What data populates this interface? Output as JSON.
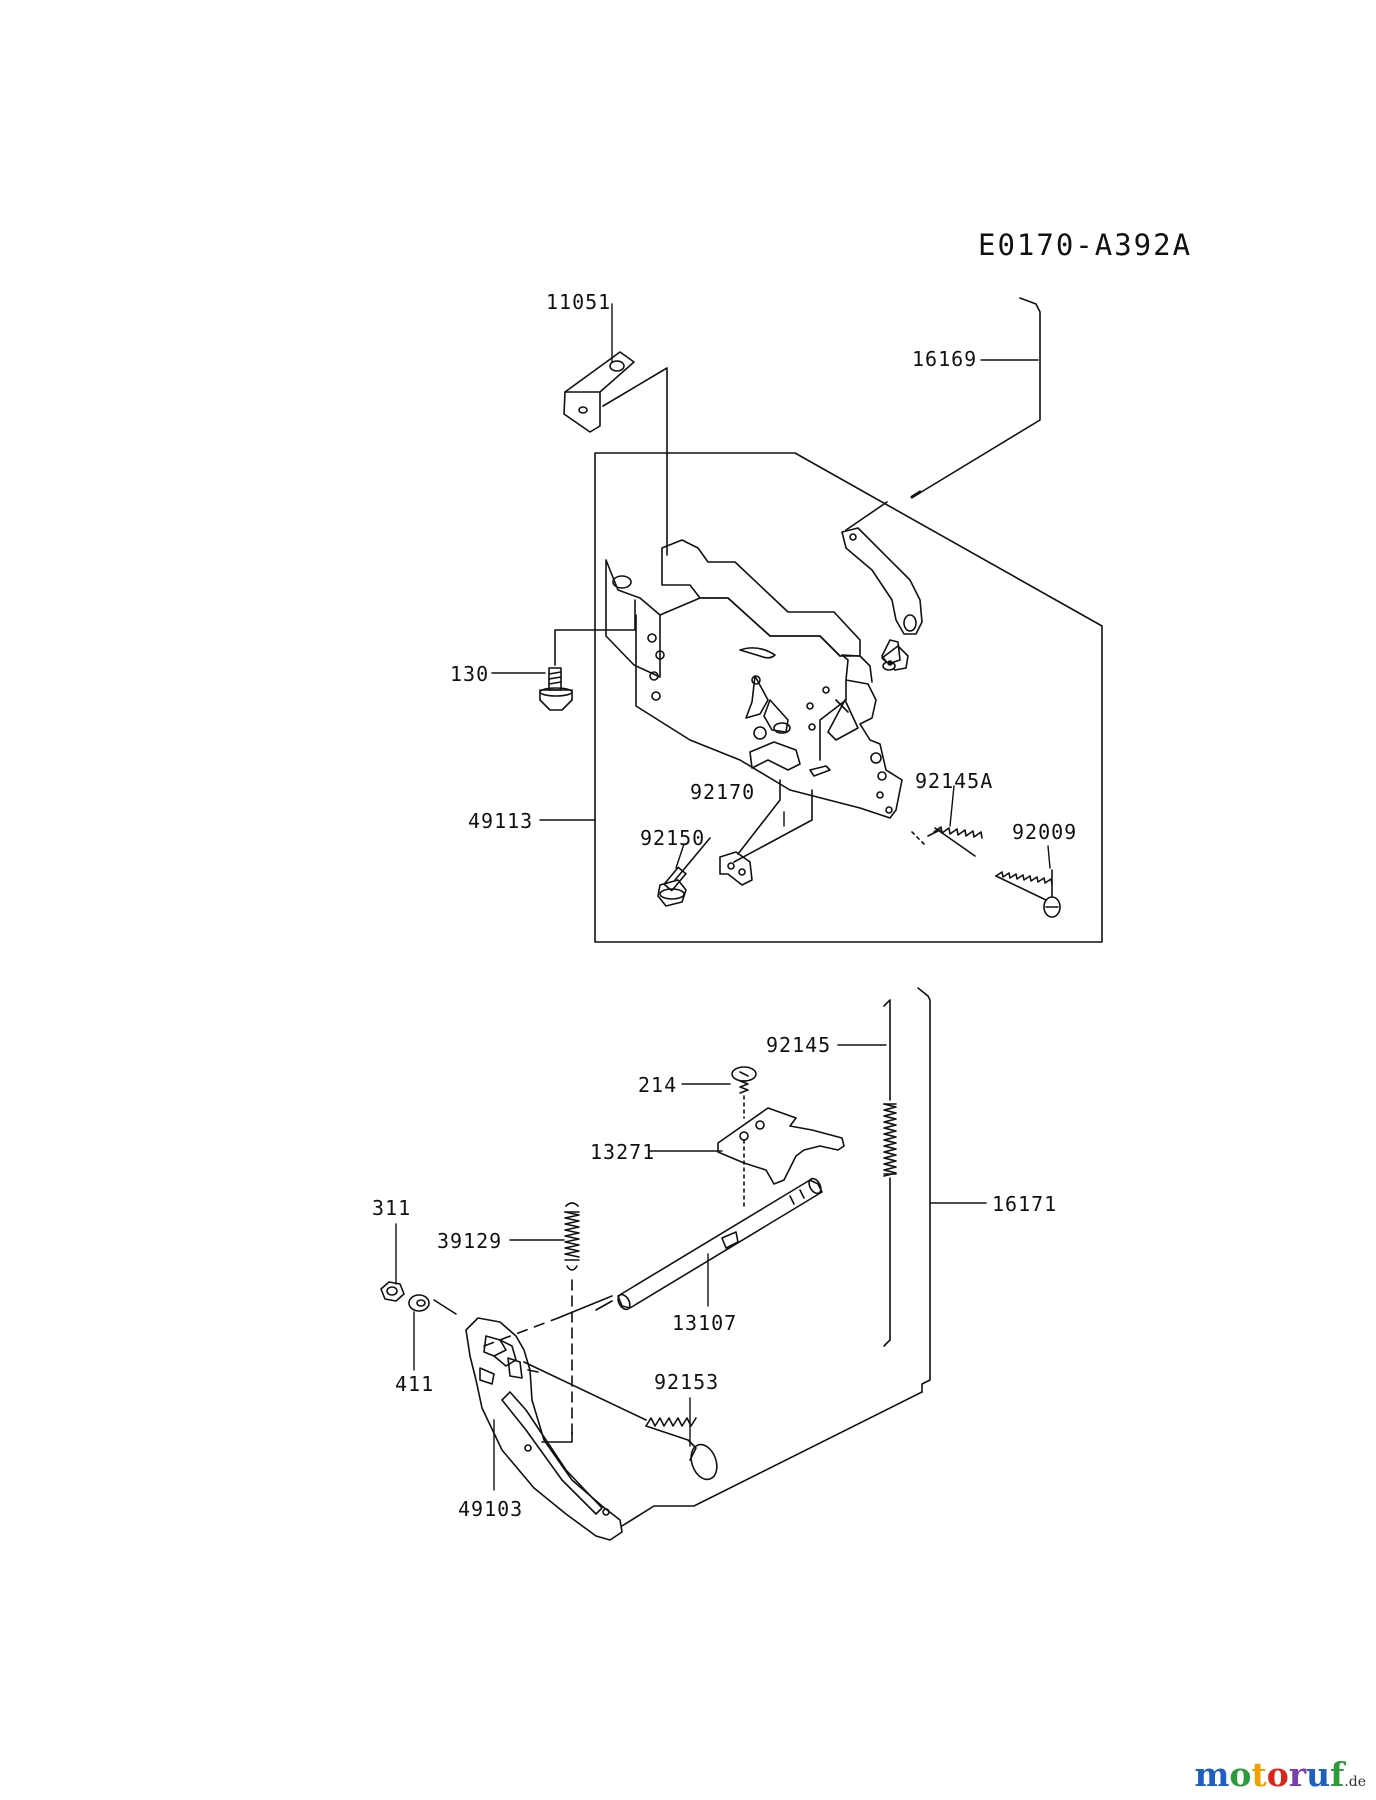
{
  "diagram_code": "E0170-A392A",
  "part_labels": {
    "p11051": "11051",
    "p16169": "16169",
    "p130": "130",
    "p49113": "49113",
    "p92170": "92170",
    "p92145A": "92145A",
    "p92150": "92150",
    "p92009": "92009",
    "p92145": "92145",
    "p214": "214",
    "p13271": "13271",
    "p16171": "16171",
    "p311": "311",
    "p39129": "39129",
    "p13107": "13107",
    "p411": "411",
    "p92153": "92153",
    "p49103": "49103"
  },
  "watermark": {
    "text": "motoruf",
    "suffix": ".de",
    "colors": [
      "#1f5fbf",
      "#2e9a3a",
      "#f0a000",
      "#d9261c",
      "#7b3fa8",
      "#1f5fbf",
      "#2e9a3a"
    ]
  }
}
